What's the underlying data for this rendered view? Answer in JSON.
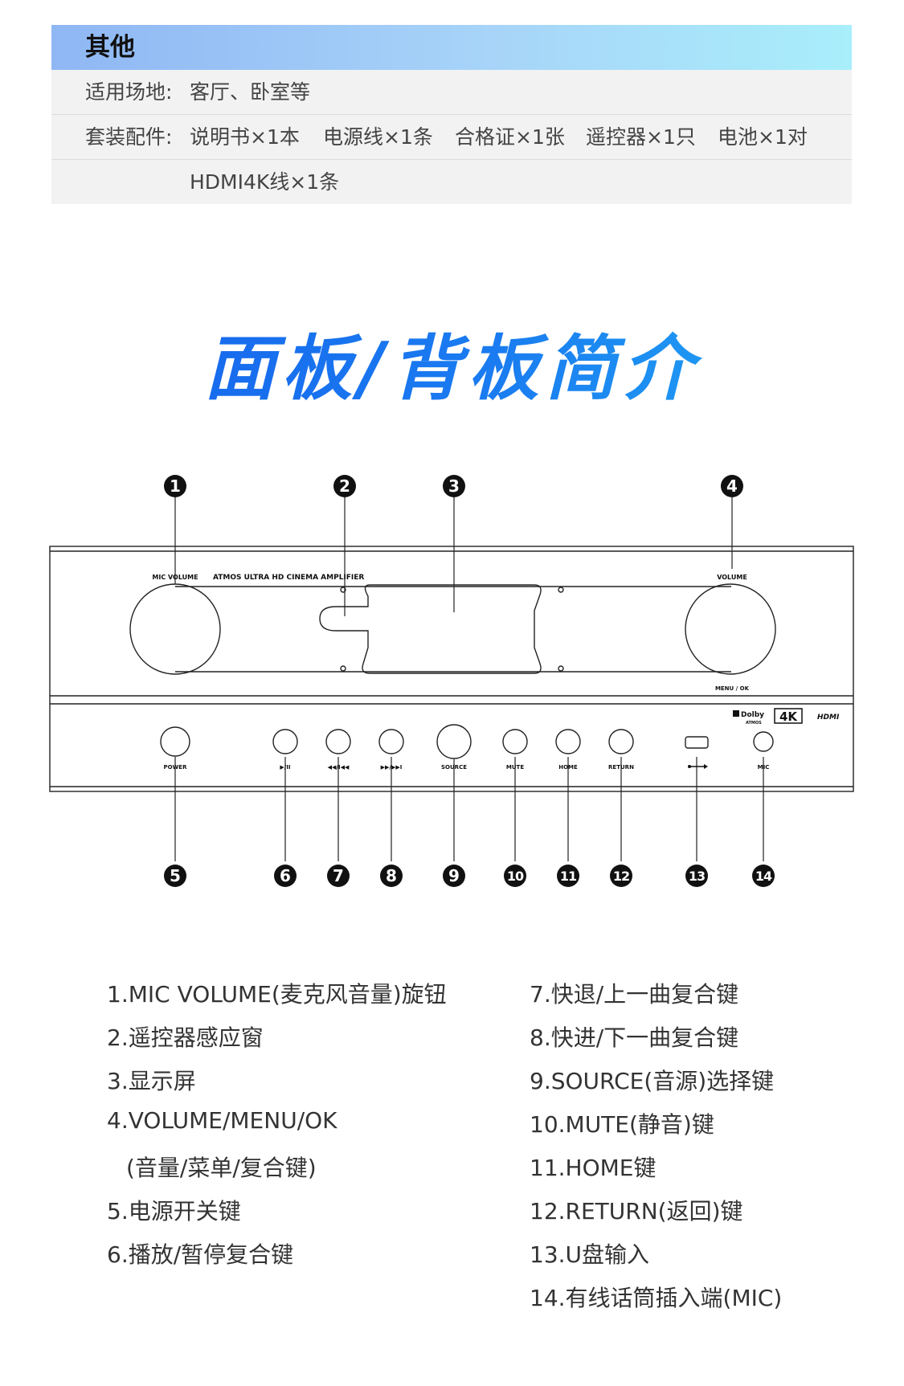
{
  "spec": {
    "header": "其他",
    "scene_label": "适用场地:",
    "scene_value": "客厅、卧室等",
    "acc_label": "套装配件:",
    "acc_items": [
      "说明书×1本",
      "电源线×1条",
      "合格证×1张",
      "遥控器×1只",
      "电池×1对"
    ],
    "acc_item_extra": "HDMI4K线×1条"
  },
  "title": "面板/背板简介",
  "panel": {
    "mic_volume": "MIC VOLUME",
    "brand_line": "ATMOS ULTRA HD CINEMA AMPLIFIER",
    "volume": "VOLUME",
    "menu_ok": "MENU / OK",
    "dolby": "Dolby",
    "atmos": "ATMOS",
    "k4": "4K",
    "hdmi": "HDMI",
    "buttons": [
      "POWER",
      "▶/II",
      "◀◀/I◀◀",
      "▶▶/▶▶I",
      "SOURCE",
      "MUTE",
      "HOME",
      "RETURN",
      "",
      "MIC"
    ]
  },
  "markers": [
    "1",
    "2",
    "3",
    "4",
    "5",
    "6",
    "7",
    "8",
    "9",
    "10",
    "11",
    "12",
    "13",
    "14"
  ],
  "legend_left": [
    "1.MIC VOLUME(麦克风音量)旋钮",
    "2.遥控器感应窗",
    "3.显示屏",
    "4.VOLUME/MENU/OK",
    "(音量/菜单/复合键)",
    "5.电源开关键",
    "6.播放/暂停复合键"
  ],
  "legend_right": [
    "7.快退/上一曲复合键",
    "8.快进/下一曲复合键",
    "9.SOURCE(音源)选择键",
    "10.MUTE(静音)键",
    "11.HOME键",
    "12.RETURN(返回)键",
    "13.U盘输入",
    "14.有线话筒插入端(MIC)"
  ],
  "colors": {
    "title_start": "#1660ec",
    "title_end": "#22b0f4",
    "header_start": "#8fb7f4",
    "header_end": "#a9eefb"
  }
}
